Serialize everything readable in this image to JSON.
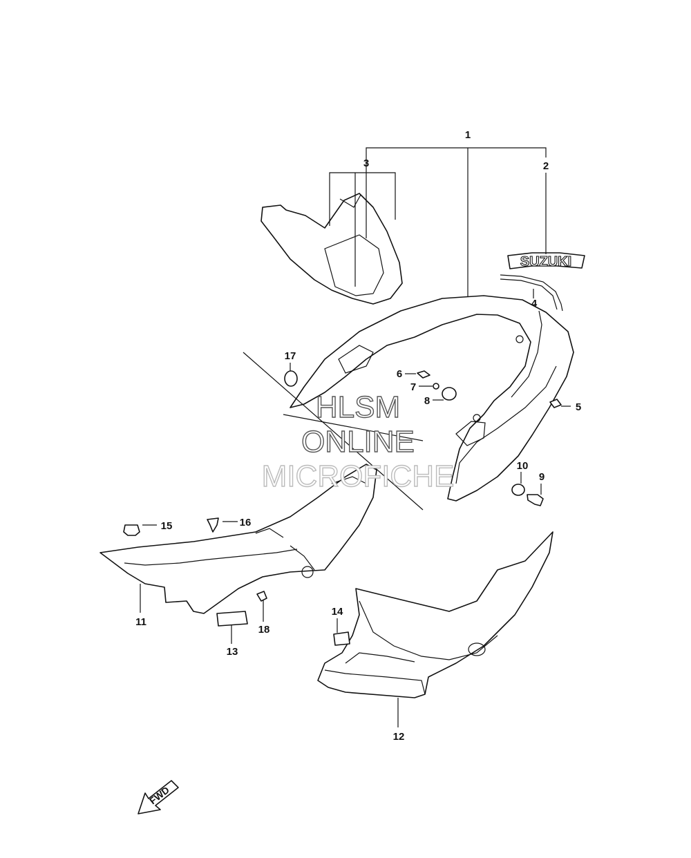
{
  "diagram": {
    "callouts": [
      "1",
      "2",
      "3",
      "4",
      "5",
      "6",
      "7",
      "8",
      "9",
      "10",
      "11",
      "12",
      "13",
      "14",
      "15",
      "16",
      "17",
      "18"
    ]
  },
  "watermark": {
    "line1": "HLSM",
    "line2": "ONLINE",
    "line3": "MICROFICHE"
  },
  "emblem": {
    "text": "SUZUKI"
  },
  "direction": {
    "text": "FWD"
  }
}
